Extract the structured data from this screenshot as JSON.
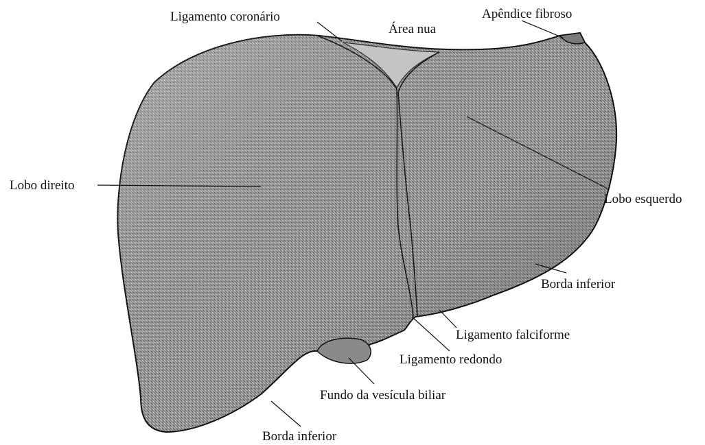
{
  "diagram": {
    "labels": {
      "ligamento_coronario": "Ligamento coronário",
      "area_nua": "Área nua",
      "apendice_fibroso": "Apêndice fibroso",
      "lobo_direito": "Lobo direito",
      "lobo_esquerdo": "Lobo esquerdo",
      "borda_inferior_direita": "Borda inferior",
      "ligamento_falciforme": "Ligamento falciforme",
      "ligamento_redondo": "Ligamento redondo",
      "fundo_vesicula": "Fundo da vesícula biliar",
      "borda_inferior_esquerda": "Borda inferior"
    },
    "colors": {
      "ink": "#111111",
      "tissue_light": "#b8b8b8",
      "tissue_dark": "#5e5e5e",
      "background": "#ffffff"
    }
  }
}
